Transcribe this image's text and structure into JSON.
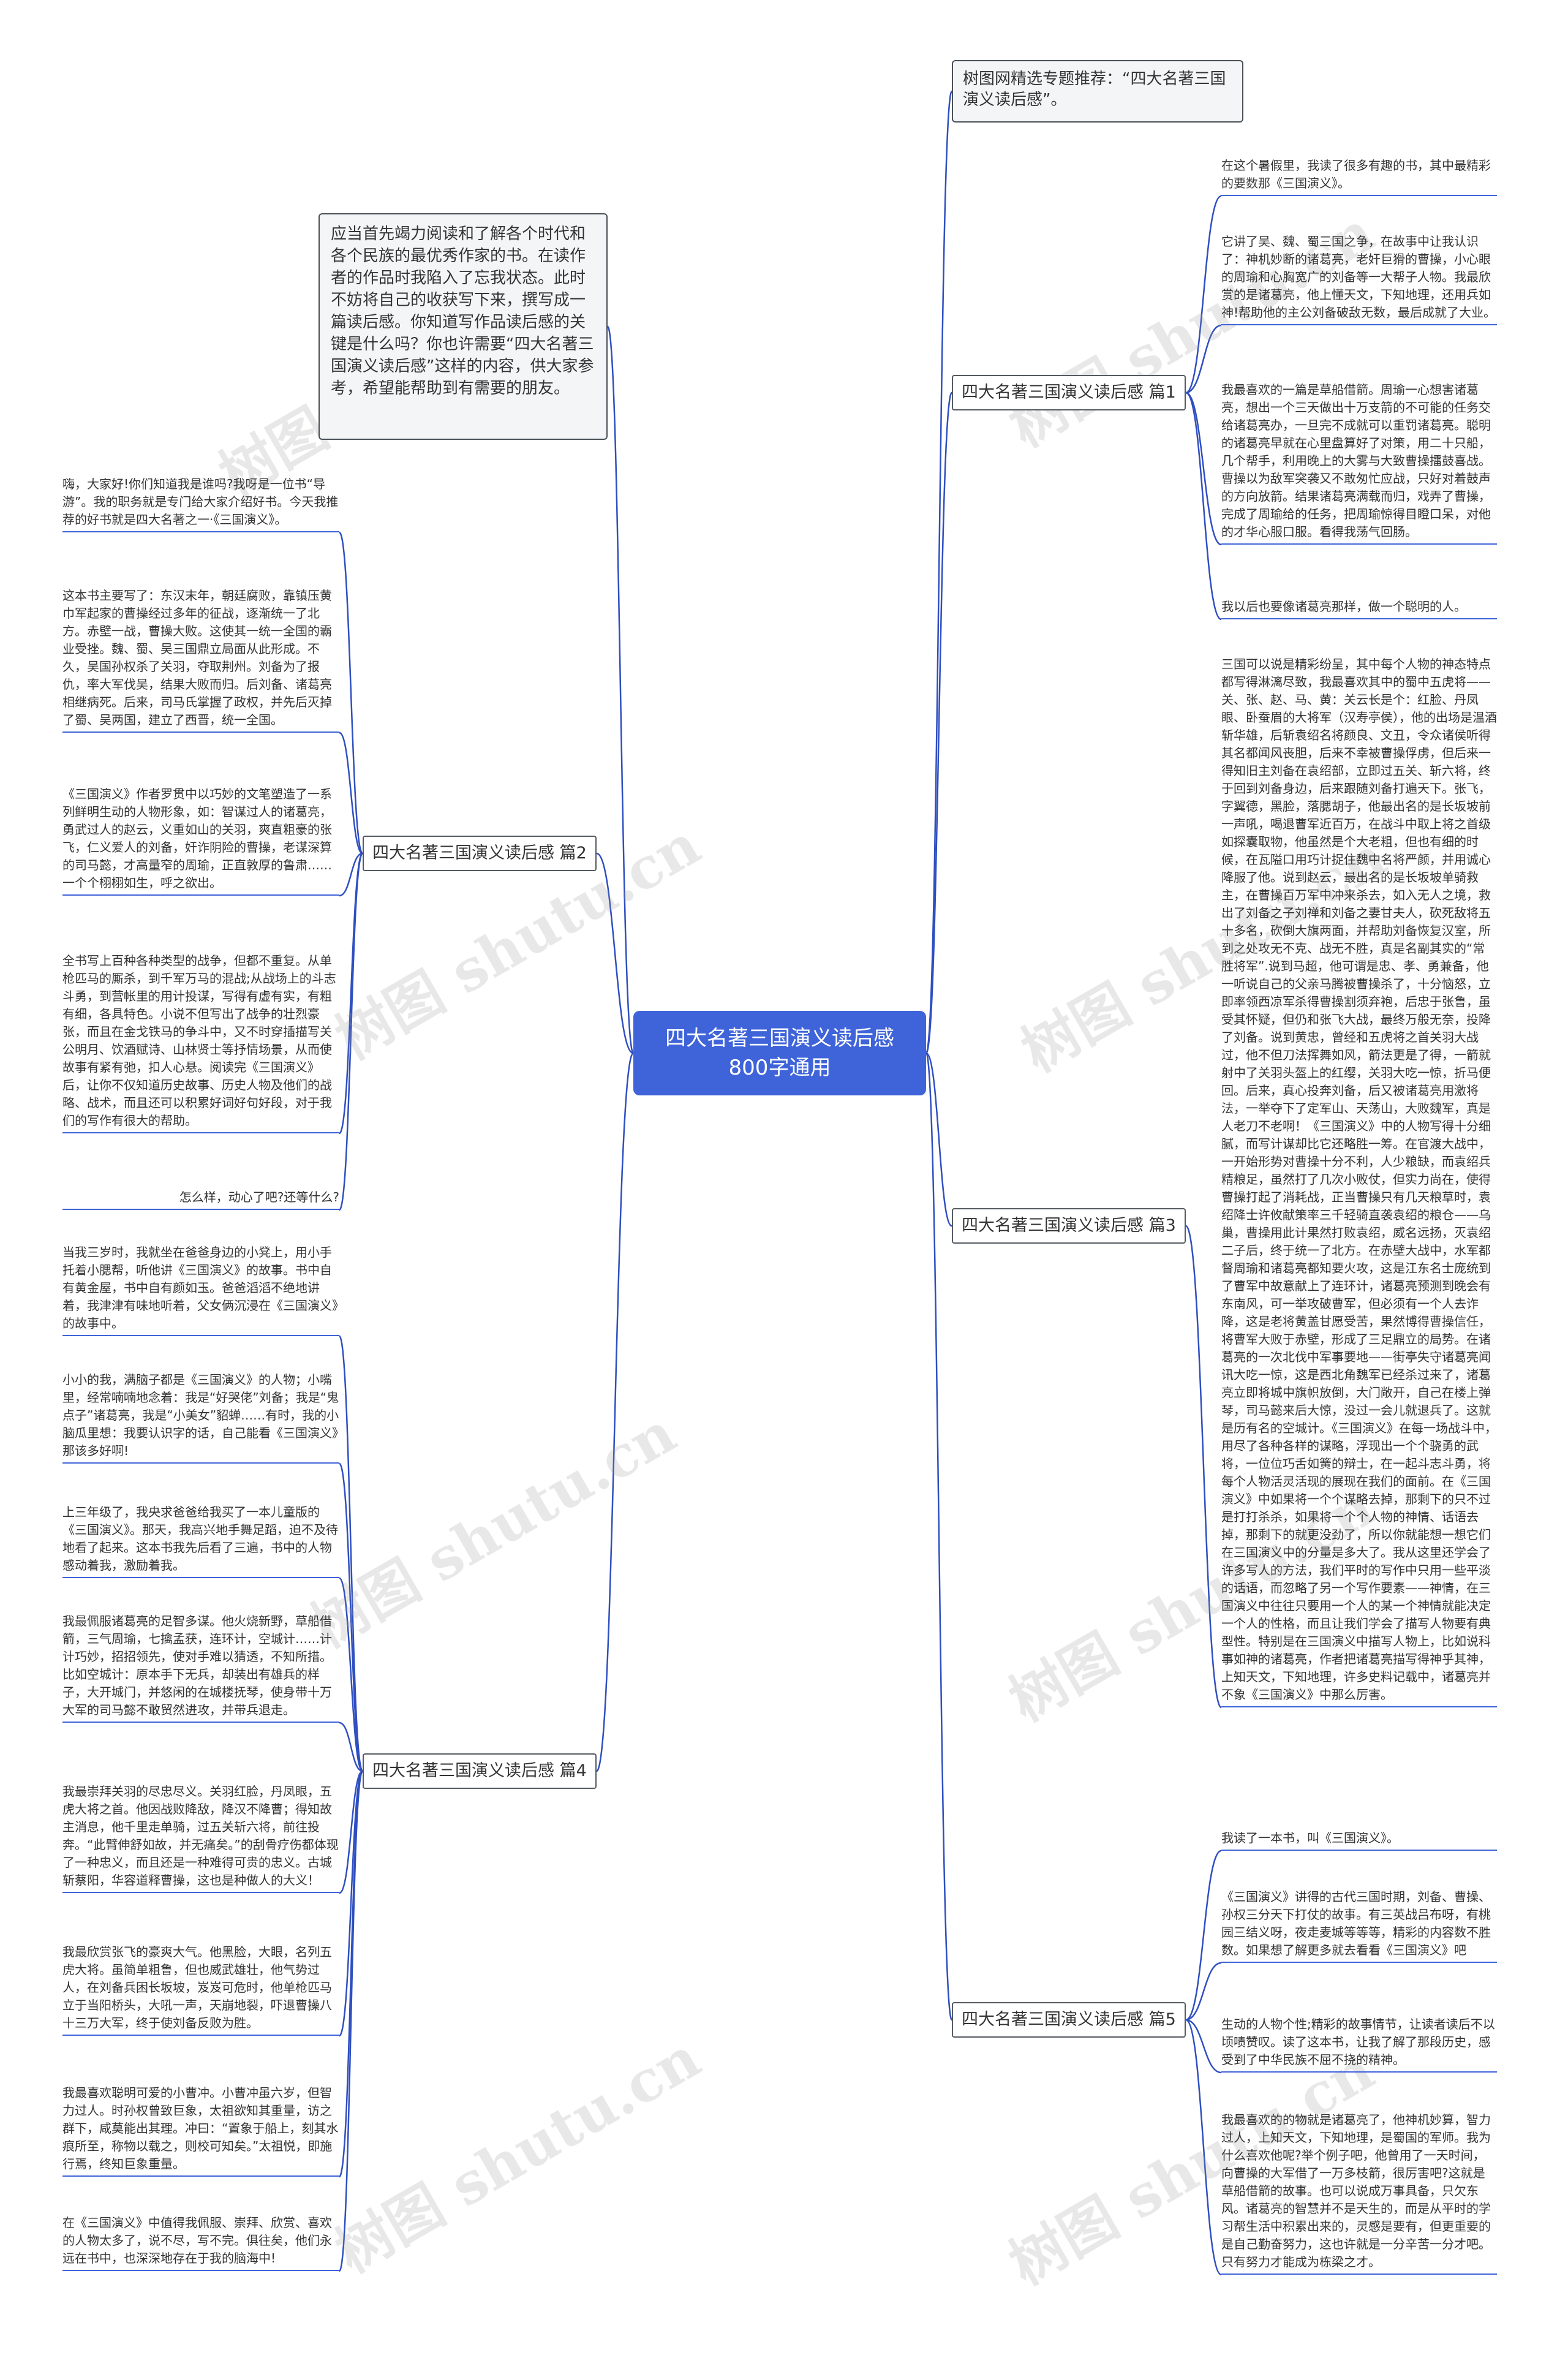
{
  "root": {
    "title": "四大名著三国演义读后感800字通用"
  },
  "intro_right": "树图网精选专题推荐：“四大名著三国演义读后感”。",
  "intro_left": "应当首先竭力阅读和了解各个时代和各个民族的最优秀作家的书。在读作者的作品时我陷入了忘我状态。此时不妨将自己的收获写下来，撰写成一篇读后感。你知道写作品读后感的关键是什么吗？你也许需要“四大名著三国演义读后感”这样的内容，供大家参考，希望能帮助到有需要的朋友。",
  "watermark": "树图 shutu.cn",
  "topics": {
    "t1": {
      "label": "四大名著三国演义读后感 篇1",
      "leaves": [
        "在这个暑假里，我读了很多有趣的书，其中最精彩的要数那《三国演义》。",
        "它讲了吴、魏、蜀三国之争，在故事中让我认识了：神机妙断的诸葛亮，老奸巨猾的曹操，小心眼的周瑜和心胸宽广的刘备等一大帮子人物。我最欣赏的是诸葛亮，他上懂天文，下知地理，还用兵如神!帮助他的主公刘备破敌无数，最后成就了大业。",
        "我最喜欢的一篇是草船借箭。周瑜一心想害诸葛亮，想出一个三天做出十万支箭的不可能的任务交给诸葛亮办，一旦完不成就可以重罚诸葛亮。聪明的诸葛亮早就在心里盘算好了对策，用二十只船，几个帮手，利用晚上的大雾与大致曹操擂鼓喜战。曹操以为敌军突袭又不敢匆忙应战，只好对着鼓声的方向放箭。结果诸葛亮满载而归，戏弄了曹操，完成了周瑜给的任务，把周瑜惊得目瞪口呆，对他的才华心服口服。看得我荡气回肠。",
        "我以后也要像诸葛亮那样，做一个聪明的人。"
      ]
    },
    "t2": {
      "label": "四大名著三国演义读后感 篇2",
      "leaves": [
        "嗨，大家好!你们知道我是谁吗?我呀是一位书“导游”。我的职务就是专门给大家介绍好书。今天我推荐的好书就是四大名著之一·《三国演义》。",
        "这本书主要写了：东汉末年，朝廷腐败，靠镇压黄巾军起家的曹操经过多年的征战，逐渐统一了北方。赤壁一战，曹操大败。这使其一统一全国的霸业受挫。魏、蜀、吴三国鼎立局面从此形成。不久，吴国孙权杀了关羽，夺取荆州。刘备为了报仇，率大军伐吴，结果大败而归。后刘备、诸葛亮相继病死。后来，司马氏掌握了政权，并先后灭掉了蜀、吴两国，建立了西晋，统一全国。",
        "《三国演义》作者罗贯中以巧妙的文笔塑造了一系列鲜明生动的人物形象，如：智谋过人的诸葛亮，勇武过人的赵云，义重如山的关羽，爽直粗豪的张飞，仁义爱人的刘备，奸诈阴险的曹操，老谋深算的司马懿，才高量窄的周瑜，正直敦厚的鲁肃……一个个栩栩如生，呼之欲出。",
        "全书写上百种各种类型的战争，但都不重复。从单枪匹马的厮杀，到千军万马的混战;从战场上的斗志斗勇，到营帐里的用计投谋，写得有虚有实，有粗有细，各具特色。小说不但写出了战争的壮烈豪张，而且在金戈铁马的争斗中，又不时穿插描写关公明月、饮酒赋诗、山林贤士等抒情场景，从而使故事有紧有弛，扣人心悬。阅读完《三国演义》后，让你不仅知道历史故事、历史人物及他们的战略、战术，而且还可以积累好词好句好段，对于我们的写作有很大的帮助。",
        "怎么样，动心了吧?还等什么?"
      ]
    },
    "t3": {
      "label": "四大名著三国演义读后感 篇3",
      "leaves": [
        "三国可以说是精彩纷呈，其中每个人物的神态特点都写得淋漓尽致，我最喜欢其中的蜀中五虎将——关、张、赵、马、黄：关云长是个：红脸、丹凤眼、卧蚕眉的大将军（汉寿亭侯），他的出场是温酒斩华雄，后斩袁绍名将颜良、文丑，令众诸侯听得其名都闻风丧胆，后来不幸被曹操俘虏，但后来一得知旧主刘备在袁绍部，立即过五关、斩六将，终于回到刘备身边，后来跟随刘备打遍天下。张飞，字翼德，黑脸，落腮胡子，他最出名的是长坂坡前一声吼，喝退曹军近百万，在战斗中取上将之首级如探囊取物，他虽然是个大老粗，但也有细的时候，在瓦隘口用巧计捉住魏中名将严颜，并用诚心降服了他。说到赵云，最出名的是长坂坡单骑救主，在曹操百万军中冲来杀去，如入无人之境，救出了刘备之子刘禅和刘备之妻甘夫人，砍死敌将五十多名，砍倒大旗两面，并帮助刘备恢复汉室，所到之处攻无不克、战无不胜，真是名副其实的“常胜将军”.说到马超，他可谓是忠、孝、勇兼备，他一听说自己的父亲马腾被曹操杀了，十分恼怒，立即率领西凉军杀得曹操割须弃袍，后忠于张鲁，虽受其怀疑，但仍和张飞大战，最终万般无奈，投降了刘备。说到黄忠，曾经和五虎将之首关羽大战过，他不但刀法挥舞如风，箭法更是了得，一箭就射中了关羽头盔上的红缨，关羽大吃一惊，折马便回。后来，真心投奔刘备，后又被诸葛亮用激将法，一举夺下了定军山、天荡山，大败魏军，真是人老刀不老啊！《三国演义》中的人物写得十分细腻，而写计谋却比它还略胜一筹。在官渡大战中，一开始形势对曹操十分不利，人少粮缺，而袁绍兵精粮足，虽然打了几次小败仗，但实力尚在，使得曹操打起了消耗战，正当曹操只有几天粮草时，袁绍降士许攸献策率三千轻骑直袭袁绍的粮仓——乌巢，曹操用此计果然打败袁绍，威名远扬，灭袁绍二子后，终于统一了北方。在赤壁大战中，水军都督周瑜和诸葛亮都知要火攻，这是江东名士庞统到了曹军中故意献上了连环计，诸葛亮预测到晚会有东南风，可一举攻破曹军，但必须有一个人去诈降，这是老将黄盖甘愿受苦，果然博得曹操信任，将曹军大败于赤壁，形成了三足鼎立的局势。在诸葛亮的一次北伐中军事要地——街亭失守诸葛亮闻讯大吃一惊，这是西北角魏军已经杀过来了，诸葛亮立即将城中旗帜放倒，大门敞开，自己在楼上弹琴，司马懿来后大惊，没过一会儿就退兵了。这就是历有名的空城计。《三国演义》在每一场战斗中，用尽了各种各样的谋略，浮现出一个个骁勇的武将，一位位巧舌如簧的辩士，在一起斗志斗勇，将每个人物活灵活现的展现在我们的面前。在《三国演义》中如果将一个个谋略去掉，那剩下的只不过是打打杀杀，如果将一个个人物的神情、话语去掉，那剩下的就更没劲了，所以你就能想一想它们在三国演义中的分量是多大了。我从这里还学会了许多写人的方法，我们平时的写作中只用一些平淡的话语，而忽略了另一个写作要素——神情，在三国演义中往往只要用一个人的某一个神情就能决定一个人的性格，而且让我们学会了描写人物要有典型性。特别是在三国演义中描写人物上，比如说科事如神的诸葛亮，作者把诸葛亮描写得神乎其神，上知天文，下知地理，许多史料记载中，诸葛亮并不象《三国演义》中那么厉害。"
      ]
    },
    "t4": {
      "label": "四大名著三国演义读后感 篇4",
      "leaves": [
        "当我三岁时，我就坐在爸爸身边的小凳上，用小手托着小腮帮，听他讲《三国演义》的故事。书中自有黄金屋，书中自有颜如玉。爸爸滔滔不绝地讲着，我津津有味地听着，父女俩沉浸在《三国演义》的故事中。",
        "小小的我，满脑子都是《三国演义》的人物；小嘴里，经常喃喃地念着：我是“好哭佬”刘备；我是“鬼点子”诸葛亮，我是“小美女”貂蝉……有时，我的小脑瓜里想：我要认识字的话，自己能看《三国演义》那该多好啊!",
        "上三年级了，我央求爸爸给我买了一本儿童版的《三国演义》。那天，我高兴地手舞足蹈，迫不及待地看了起来。这本书我先后看了三遍，书中的人物感动着我，激励着我。",
        "我最佩服诸葛亮的足智多谋。他火烧新野，草船借箭，三气周瑜，七擒孟获，连环计，空城计……计计巧妙，招招领先，使对手难以猜透，不知所措。比如空城计：原本手下无兵，却装出有雄兵的样子，大开城门，并悠闲的在城楼抚琴，使身带十万大军的司马懿不敢贸然进攻，并带兵退走。",
        "我最崇拜关羽的尽忠尽义。关羽红脸，丹凤眼，五虎大将之首。他因战败降敌，降汉不降曹；得知故主消息，他千里走单骑，过五关斩六将，前往投奔。“此臂伸舒如故，并无痛矣。”的刮骨疗伤都体现了一种忠义，而且还是一种难得可贵的忠义。古城斩蔡阳，华容道释曹操，这也是种做人的大义！",
        "我最欣赏张飞的豪爽大气。他黑脸，大眼，名列五虎大将。虽简单粗鲁，但也威武雄壮，他气势过人，在刘备兵困长坂坡，岌岌可危时，他单枪匹马立于当阳桥头，大吼一声，天崩地裂，吓退曹操八十三万大军，终于使刘备反败为胜。",
        "我最喜欢聪明可爱的小曹冲。小曹冲虽六岁，但智力过人。时孙权曾致巨象，太祖欲知其重量，访之群下，咸莫能出其理。冲曰：“置象于船上，刻其水痕所至，称物以载之，则校可知矣。”太祖悦，即施行焉，终知巨象重量。",
        "在《三国演义》中值得我佩服、崇拜、欣赏、喜欢的人物太多了，说不尽，写不完。俱往矣，他们永远在书中，也深深地存在于我的脑海中!"
      ]
    },
    "t5": {
      "label": "四大名著三国演义读后感 篇5",
      "leaves": [
        "我读了一本书，叫《三国演义》。",
        "《三国演义》讲得的古代三国时期，刘备、曹操、孙权三分天下打仗的故事。有三英战吕布呀，有桃园三结义呀，夜走麦城等等等，精彩的内容数不胜数。如果想了解更多就去看看《三国演义》吧",
        "生动的人物个性;精彩的故事情节，让读者读后不以顷啧赞叹。读了这本书，让我了解了那段历史，感受到了中华民族不屈不挠的精神。",
        "我最喜欢的的物就是诸葛亮了，他神机妙算，智力过人，上知天文，下知地理，是蜀国的军师。我为什么喜欢他呢?举个例子吧，他曾用了一天时间，向曹操的大军借了一万多枝箭，很厉害吧?这就是草船借箭的故事。也可以说成万事具备，只欠东风。诸葛亮的智慧并不是天生的，而是从平时的学习帮生活中积累出来的，灵感是要有，但更重要的是自己勤奋努力，这也许就是一分辛苦一分才吧。只有努力才能成为栋梁之才。"
      ]
    }
  },
  "colors": {
    "accent": "#3f64d9",
    "line": "#2f4fc0",
    "box_border": "#4a4f57"
  }
}
